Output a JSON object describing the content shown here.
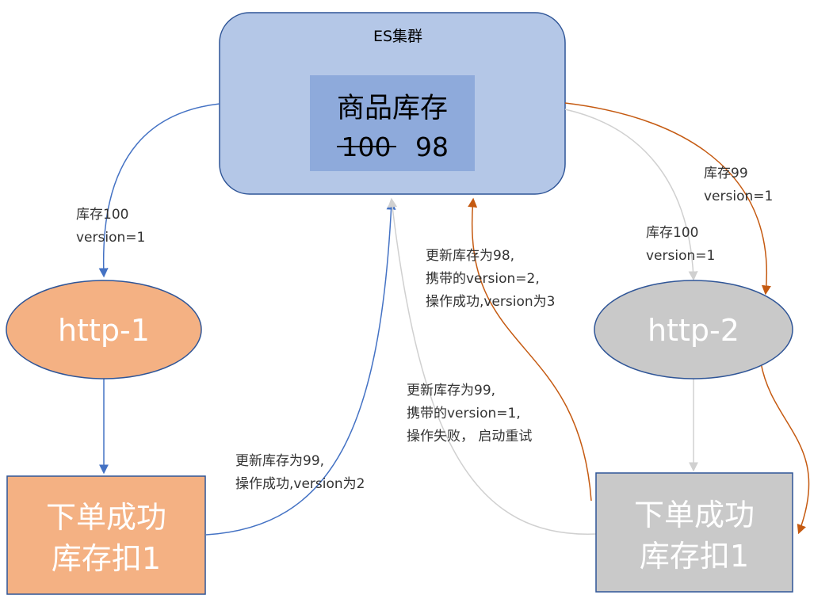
{
  "cluster": {
    "title": "ES集群",
    "inventory_title": "商品库存",
    "old_value": "100",
    "new_value": "98"
  },
  "nodes": {
    "http1": {
      "label": "http-1"
    },
    "http2": {
      "label": "http-2"
    },
    "order1": {
      "line1": "下单成功",
      "line2": "库存扣1"
    },
    "order2": {
      "line1": "下单成功",
      "line2": "库存扣1"
    }
  },
  "edges": {
    "cluster_to_http1": {
      "line1": "库存100",
      "line2": "version=1"
    },
    "order1_to_cluster": {
      "line1": "更新库存为99,",
      "line2": "操作成功,version为2"
    },
    "order2_to_cluster_success": {
      "line1": "更新库存为98,",
      "line2": "携带的version=2,",
      "line3": "操作成功,version为3"
    },
    "order2_to_cluster_fail": {
      "line1": "更新库存为99,",
      "line2": "携带的version=1,",
      "line3": "操作失败， 启动重试"
    },
    "cluster_to_http2_gray": {
      "line1": "库存100",
      "line2": "version=1"
    },
    "cluster_to_http2_orange": {
      "line1": "库存99",
      "line2": "version=1"
    }
  },
  "colors": {
    "cluster_fill": "#b4c7e7",
    "cluster_stroke": "#2f5597",
    "inner_box": "#8eaadb",
    "blue_arrow": "#4472c4",
    "orange_fill": "#f4b183",
    "orange_arrow": "#c55a11",
    "gray_fill": "#c9c9c9",
    "gray_arrow": "#d0d0d0",
    "white_text": "#ffffff"
  }
}
